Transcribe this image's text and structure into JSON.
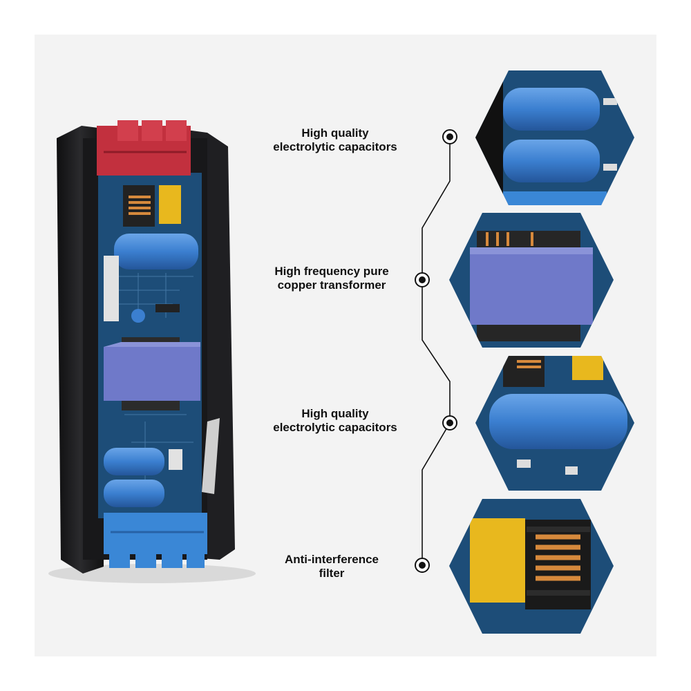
{
  "callouts": [
    {
      "line1": "High quality",
      "line2": "electrolytic capacitors",
      "detail_icon": "capacitor-closeup"
    },
    {
      "line1": "High frequency pure",
      "line2": "copper transformer",
      "detail_icon": "transformer-closeup"
    },
    {
      "line1": "High quality",
      "line2": "electrolytic capacitors",
      "detail_icon": "capacitor-closeup"
    },
    {
      "line1": "Anti-interference",
      "line2": "filter",
      "detail_icon": "filter-closeup"
    }
  ],
  "colors": {
    "background": "#f3f3f3",
    "case": "#1c1c1e",
    "pcb": "#1d4d78",
    "capacitor": "#3b7fd0",
    "transformer": "#6f79c9",
    "red_connector": "#c2303e",
    "blue_connector": "#3a87d6",
    "filter_cap": "#e8b81e"
  }
}
